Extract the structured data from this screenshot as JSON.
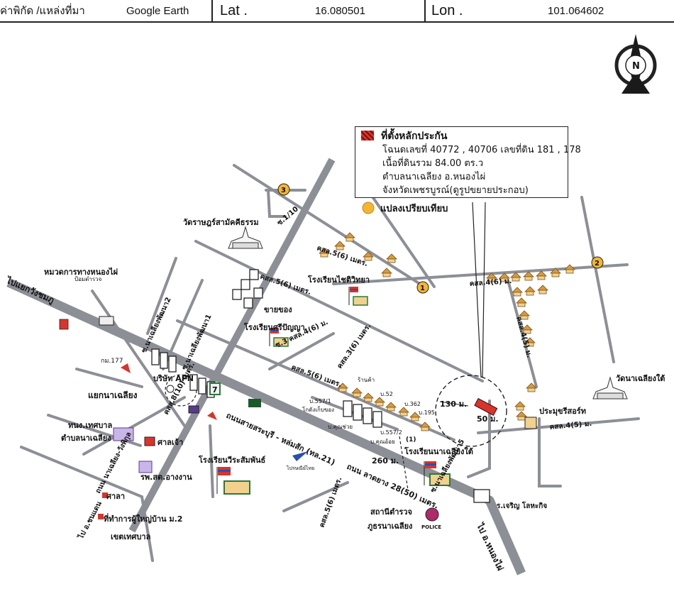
{
  "header": {
    "coord_label": "ค่าพิกัด /แหล่งที่มา",
    "source": "Google Earth",
    "lat_label": "Lat .",
    "lat_value": "16.080501",
    "lon_label": "Lon .",
    "lon_value": "101.064602"
  },
  "compass": {
    "north_label": "N"
  },
  "legend": {
    "title": "ที่ตั้งหลักประกัน",
    "deed": "โฉนดเลขที่ 40772 , 40706 เลขที่ดิน 181 , 178",
    "area": "เนื้อที่ดินรวม 84.00 ตร.ว",
    "district": "ตำบลนาเฉลียง อ.หนองไผ่",
    "province": "จังหวัดเพชรบูรณ์(ดูรูปขยายประกอบ)"
  },
  "compare_label": "แปลงเปรียบเทียบ",
  "markers": [
    "1",
    "2",
    "3"
  ],
  "places": {
    "temple_top": "วัดราษฎร์สามัคคีธรรม",
    "highway_office": "หมวดการทางหนองไผ่",
    "highway_sign": "ป้อมตำรวจ",
    "school_chaiwit": "โรงเรียนไชติวิทยา",
    "shop": "ขายของ",
    "school_sripanya": "โรงเรียนศรีปัญญา",
    "km177": "กม.177",
    "apn": "บริษัท APN",
    "junction": "แยกนาเฉลียง",
    "municipality": "ทนง.เทศบาล",
    "municipality2": "ตำบลนาเฉลียง",
    "shrine": "ศาลเจ้า",
    "school_wira": "โรงเรียนวีระสัมพันธ์",
    "hospital": "รพ.สต.อางงาน",
    "sala": "ศาลา",
    "village_head": "ที่ทำการผู้ใหญ่บ้าน ม.2",
    "municipal_zone": "เขตเทศบาล",
    "police": "สถานีตำรวจ",
    "police2": "ภูธรนาเฉลียง",
    "police_badge": "POLICE",
    "temple_right": "วัดนาเฉลียงใต้",
    "store": "ประมุขรีสอร์ท",
    "school_nachaliang": "โรงเรียนนาเฉลียงใต้",
    "rungcharoen": "ร.เจริญ โลหะกิจ",
    "shop2": "ร้านค้า",
    "warehouse": "โกดังเก็บของ",
    "house_5571": "บ.557/1",
    "house_5572": "บ.557/2",
    "house_kunchuay": "บ.คุณช่วย",
    "house_kunoy": "บ.คุณอ้อย",
    "house_52": "บ.52",
    "house_362": "บ.362",
    "house_195": "บ.195",
    "thaipost": "ไปรษณีย์ไทย",
    "seven": "7"
  },
  "roads": {
    "main_road": "ถนนสายสระบุรี - หล่มสัก (ทล.21)",
    "main_road_width": "ถนน ลาดยาง  28(50) เมตร.",
    "to_wangchomphu": "ไปแยกวังชมภู",
    "to_nongphai": "ไป อ.หนองไผ่",
    "to_chondan": "ไป อ.ชนแดน",
    "side_road": "ถนน นาเฉลียง-วังพิกุล",
    "side_road_width": "คสล.8(10) เมตร.",
    "s_1_10": "ซ.1/10",
    "k5_6_a": "คสล.5(6) เมตร.",
    "k5_6_b": "คสล.5(6) เมตร.",
    "k5_6_c": "คสล.5(6) เมตร.",
    "k3_6": "คสล.3(6) เมตร.",
    "k3_4_6": "ซ.3 คสล.4(6) ม.",
    "k4_6_top": "คสล.4(6) ม.",
    "k4_5_v": "คสล.4(5) ม.",
    "k4_5_r": "คสล.4(5) ม.",
    "k5_6_bottom": "คสล.5(6) เมตร.",
    "s_nachaliang2": "ซ.นาเฉลียงพัฒนา2",
    "s_nachaliang1": "ซ.นาเฉลียงพัฒนา1",
    "s_nachaliang5": "ซ.นาเฉลียงพัฒนา5"
  },
  "distances": {
    "d130": "130 ม.",
    "d50": "50 ม.",
    "d260": "260 ม.",
    "plot_no": "(1)"
  },
  "colors": {
    "road": "#8c8f96",
    "target": "#d9342b",
    "marker": "#f2b632"
  }
}
